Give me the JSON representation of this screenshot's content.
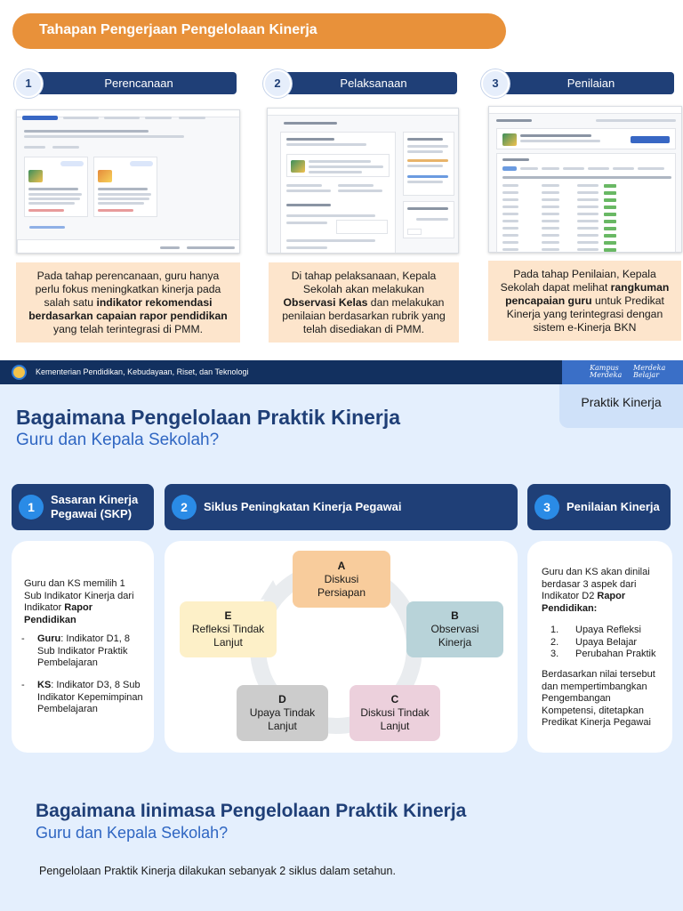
{
  "banner": {
    "title": "Tahapan Pengerjaan Pengelolaan Kinerja"
  },
  "stages": [
    {
      "num": "1",
      "label": "Perencanaan"
    },
    {
      "num": "2",
      "label": "Pelaksanaan"
    },
    {
      "num": "3",
      "label": "Penilaian"
    }
  ],
  "descriptions": {
    "d1": {
      "p1": "Pada tahap perencanaan, guru hanya perlu fokus meningkatkan kinerja pada salah satu ",
      "b1": "indikator rekomendasi berdasarkan capaian rapor pendidikan",
      "p2": " yang telah terintegrasi di PMM."
    },
    "d2": {
      "p1": "Di tahap pelaksanaan, Kepala Sekolah akan melakukan ",
      "b1": "Observasi Kelas",
      "p2": " dan melakukan penilaian berdasarkan rubrik yang telah disediakan di PMM."
    },
    "d3": {
      "p1": "Pada tahap Penilaian, Kepala Sekolah dapat melihat ",
      "b1": "rangkuman pencapaian guru",
      "p2": " untuk Predikat Kinerja yang terintegrasi dengan sistem e-Kinerja BKN"
    }
  },
  "gov": {
    "text": "Kementerian Pendidikan, Kebudayaan, Riset, dan Teknologi",
    "logo_a": [
      "Kampus",
      "Merdeka"
    ],
    "logo_b": [
      "Merdeka",
      "Belajar"
    ]
  },
  "tab": {
    "label": "Praktik Kinerja"
  },
  "section1": {
    "title": "Bagaimana Pengelolaan Praktik Kinerja",
    "subtitle": "Guru dan Kepala Sekolah?"
  },
  "columns": [
    {
      "num": "1",
      "label": "Sasaran Kinerja Pegawai (SKP)"
    },
    {
      "num": "2",
      "label": "Siklus Peningkatan Kinerja Pegawai"
    },
    {
      "num": "3",
      "label": "Penilaian Kinerja"
    }
  ],
  "skp": {
    "intro_a": "Guru dan KS memilih 1 Sub Indikator Kinerja dari Indikator ",
    "intro_b": "Rapor Pendidikan",
    "items": [
      {
        "bold": "Guru",
        "text": ": Indikator D1, 8 Sub Indikator Praktik Pembelajaran"
      },
      {
        "bold": "KS",
        "text": ": Indikator D3, 8 Sub Indikator Kepemimpinan Pembelajaran"
      }
    ]
  },
  "cycle": [
    {
      "letter": "A",
      "label": "Diskusi Persiapan",
      "color": "#f8cc9c"
    },
    {
      "letter": "B",
      "label": "Observasi Kinerja",
      "color": "#b8d3d9"
    },
    {
      "letter": "C",
      "label": "Diskusi Tindak Lanjut",
      "color": "#ecd0dc"
    },
    {
      "letter": "D",
      "label": "Upaya Tindak Lanjut",
      "color": "#cccccc"
    },
    {
      "letter": "E",
      "label": "Refleksi Tindak Lanjut",
      "color": "#fdf0c8"
    }
  ],
  "penilaian": {
    "intro_a": "Guru dan KS akan dinilai berdasar 3 aspek dari Indikator D2 ",
    "intro_b": "Rapor Pendidikan:",
    "items": [
      "Upaya Refleksi",
      "Upaya Belajar",
      "Perubahan Praktik"
    ],
    "outro": "Berdasarkan nilai tersebut dan mempertimbangkan Pengembangan Kompetensi, ditetapkan Predikat Kinerja Pegawai"
  },
  "section2": {
    "title": "Bagaimana Iinimasa Pengelolaan Praktik Kinerja",
    "subtitle": "Guru dan Kepala Sekolah?",
    "text": "Pengelolaan Praktik Kinerja dilakukan sebanyak 2 siklus dalam setahun."
  },
  "colors": {
    "navy": "#1f3f77",
    "orange": "#e8913a",
    "peach": "#fde5cc",
    "light_blue_bg": "#e4effd"
  }
}
